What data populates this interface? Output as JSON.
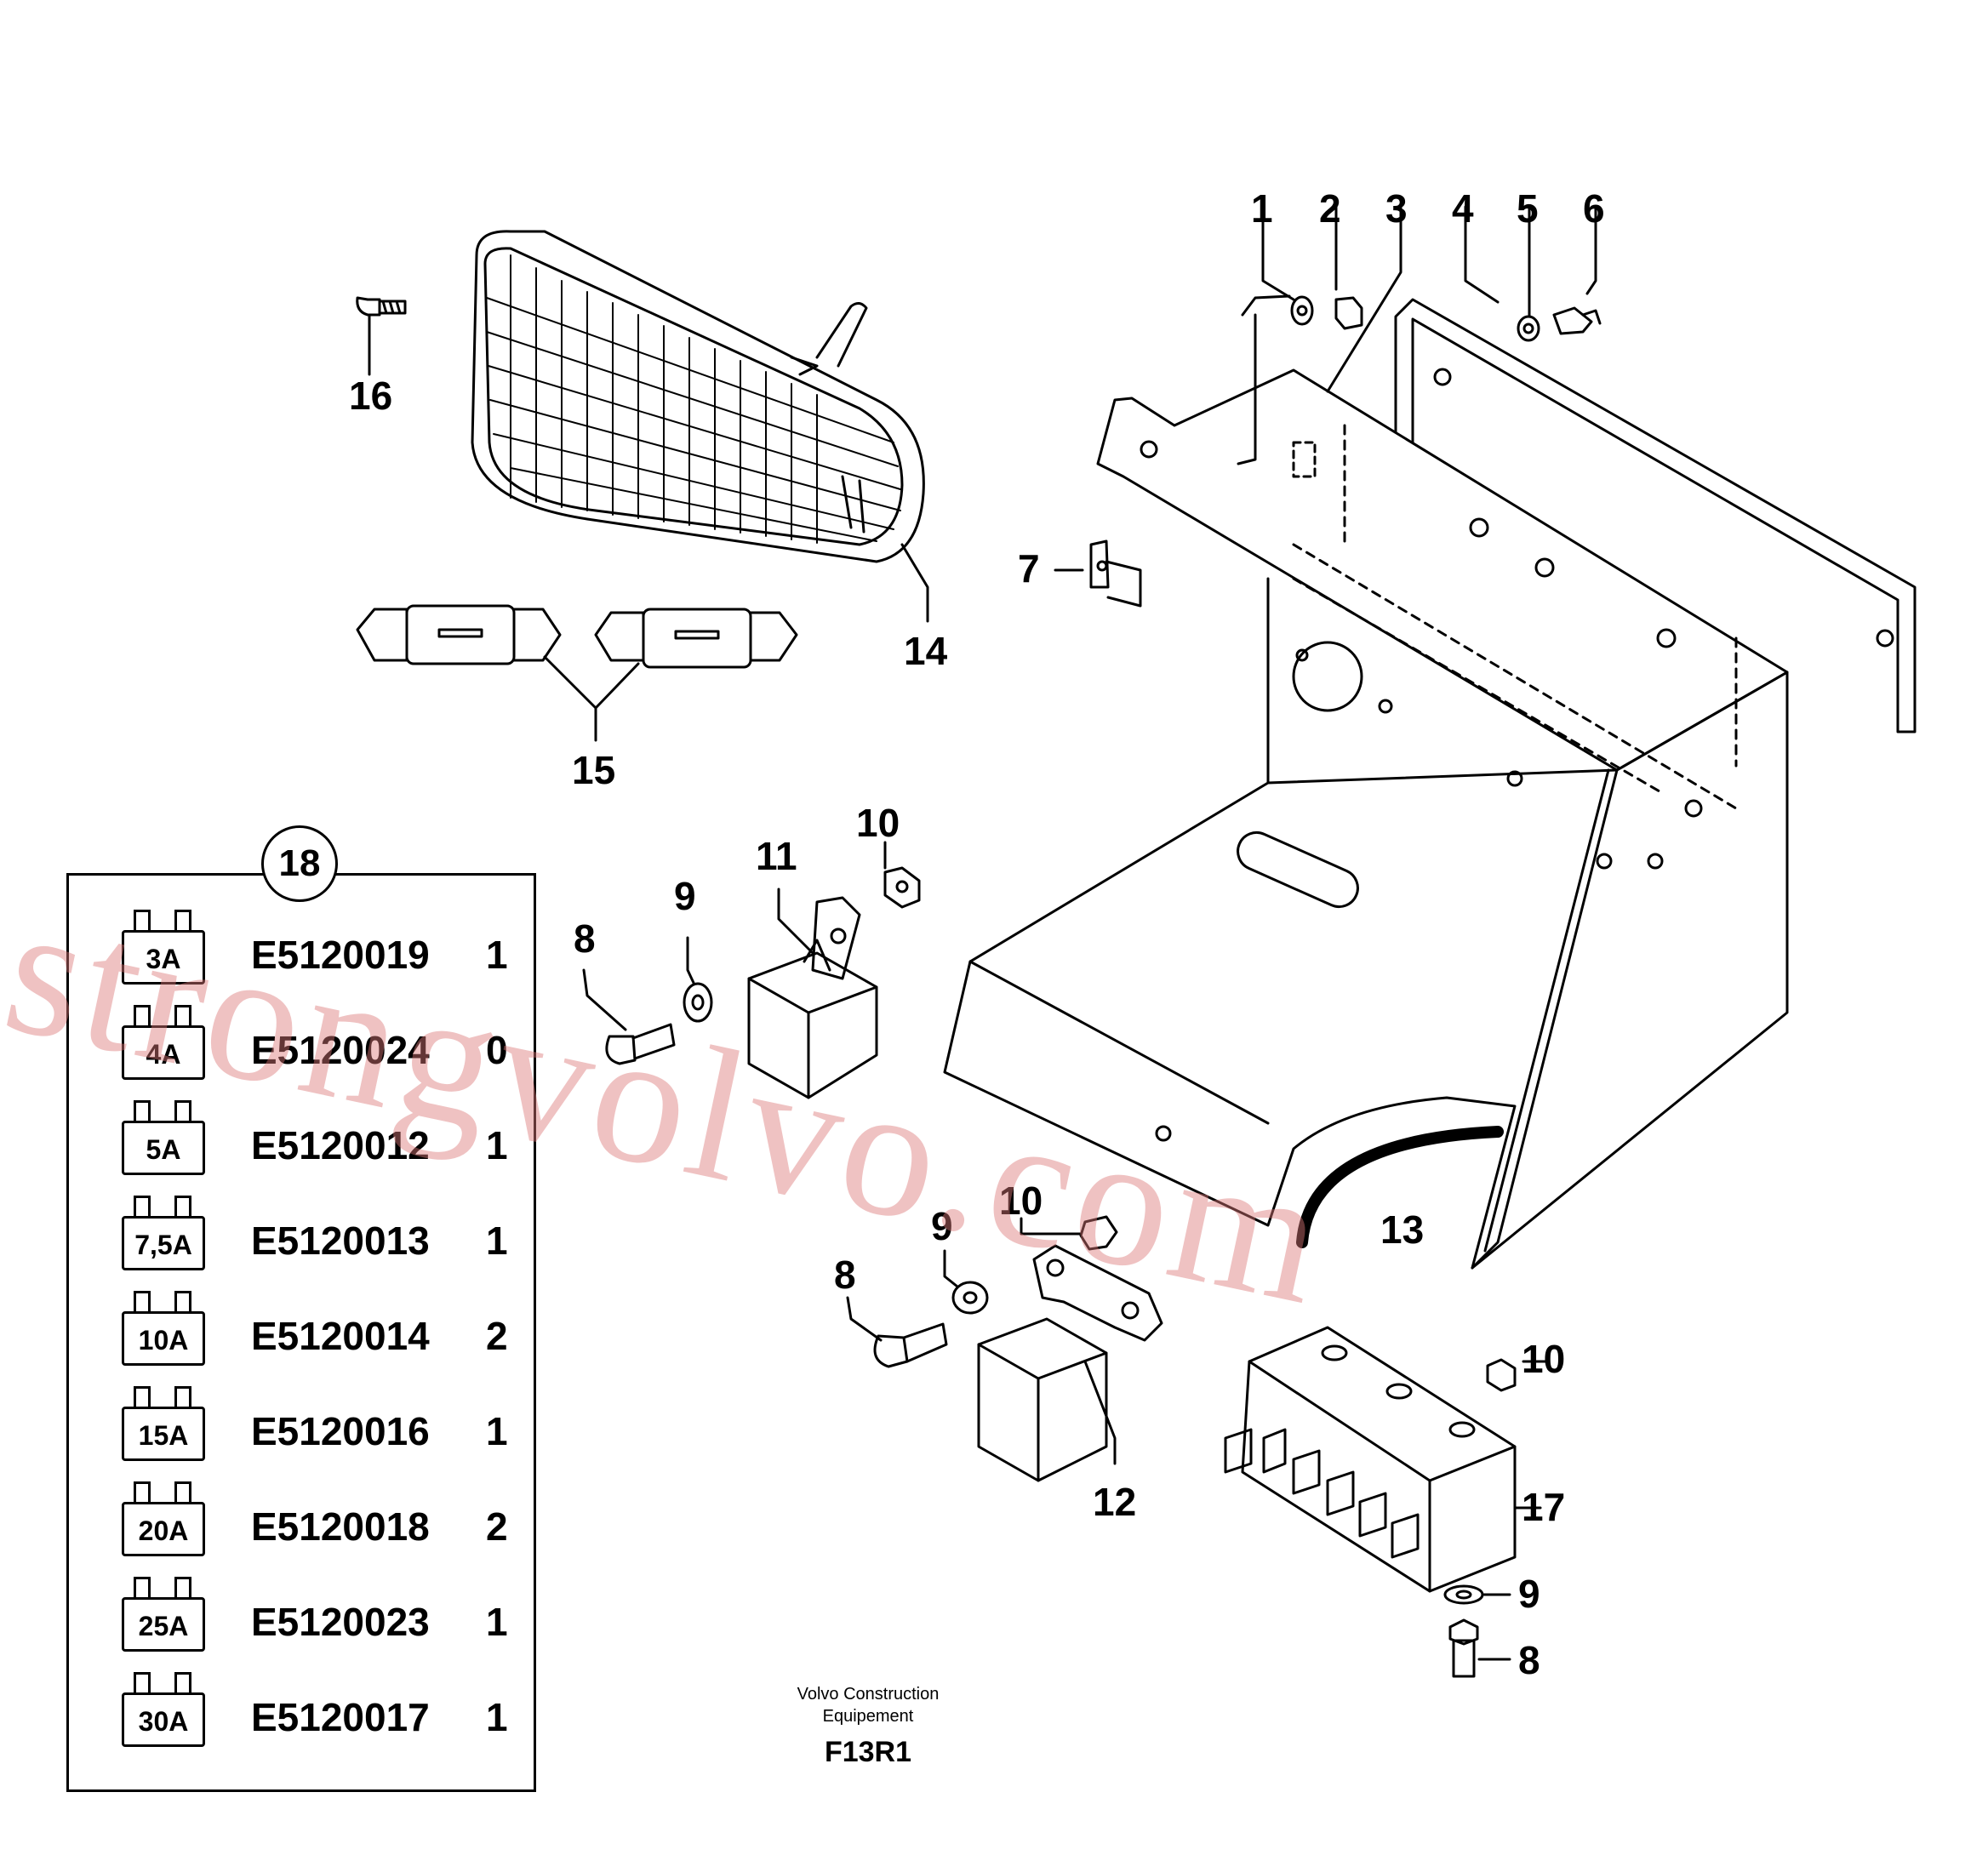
{
  "callouts": [
    {
      "id": "c1",
      "text": "1"
    },
    {
      "id": "c2",
      "text": "2"
    },
    {
      "id": "c3",
      "text": "3"
    },
    {
      "id": "c4",
      "text": "4"
    },
    {
      "id": "c5",
      "text": "5"
    },
    {
      "id": "c6",
      "text": "6"
    },
    {
      "id": "c7",
      "text": "7"
    },
    {
      "id": "c8a",
      "text": "8"
    },
    {
      "id": "c8b",
      "text": "8"
    },
    {
      "id": "c8c",
      "text": "8"
    },
    {
      "id": "c9a",
      "text": "9"
    },
    {
      "id": "c9b",
      "text": "9"
    },
    {
      "id": "c9c",
      "text": "9"
    },
    {
      "id": "c10a",
      "text": "10"
    },
    {
      "id": "c10b",
      "text": "10"
    },
    {
      "id": "c10c",
      "text": "10"
    },
    {
      "id": "c11",
      "text": "11"
    },
    {
      "id": "c12",
      "text": "12"
    },
    {
      "id": "c13",
      "text": "13"
    },
    {
      "id": "c14",
      "text": "14"
    },
    {
      "id": "c15",
      "text": "15"
    },
    {
      "id": "c16",
      "text": "16"
    },
    {
      "id": "c17",
      "text": "17"
    }
  ],
  "table": {
    "circle_label": "18",
    "rows": [
      {
        "fuse": "3A",
        "part": "E5120019",
        "qty": "1"
      },
      {
        "fuse": "4A",
        "part": "E5120024",
        "qty": "0"
      },
      {
        "fuse": "5A",
        "part": "E5120012",
        "qty": "1"
      },
      {
        "fuse": "7,5A",
        "part": "E5120013",
        "qty": "1"
      },
      {
        "fuse": "10A",
        "part": "E5120014",
        "qty": "2"
      },
      {
        "fuse": "15A",
        "part": "E5120016",
        "qty": "1"
      },
      {
        "fuse": "20A",
        "part": "E5120018",
        "qty": "2"
      },
      {
        "fuse": "25A",
        "part": "E5120023",
        "qty": "1"
      },
      {
        "fuse": "30A",
        "part": "E5120017",
        "qty": "1"
      }
    ]
  },
  "footer": {
    "brand_line1": "Volvo Construction",
    "brand_line2": "Equipement",
    "figure_code": "F13R1"
  },
  "watermark": "strongvolvo.com"
}
